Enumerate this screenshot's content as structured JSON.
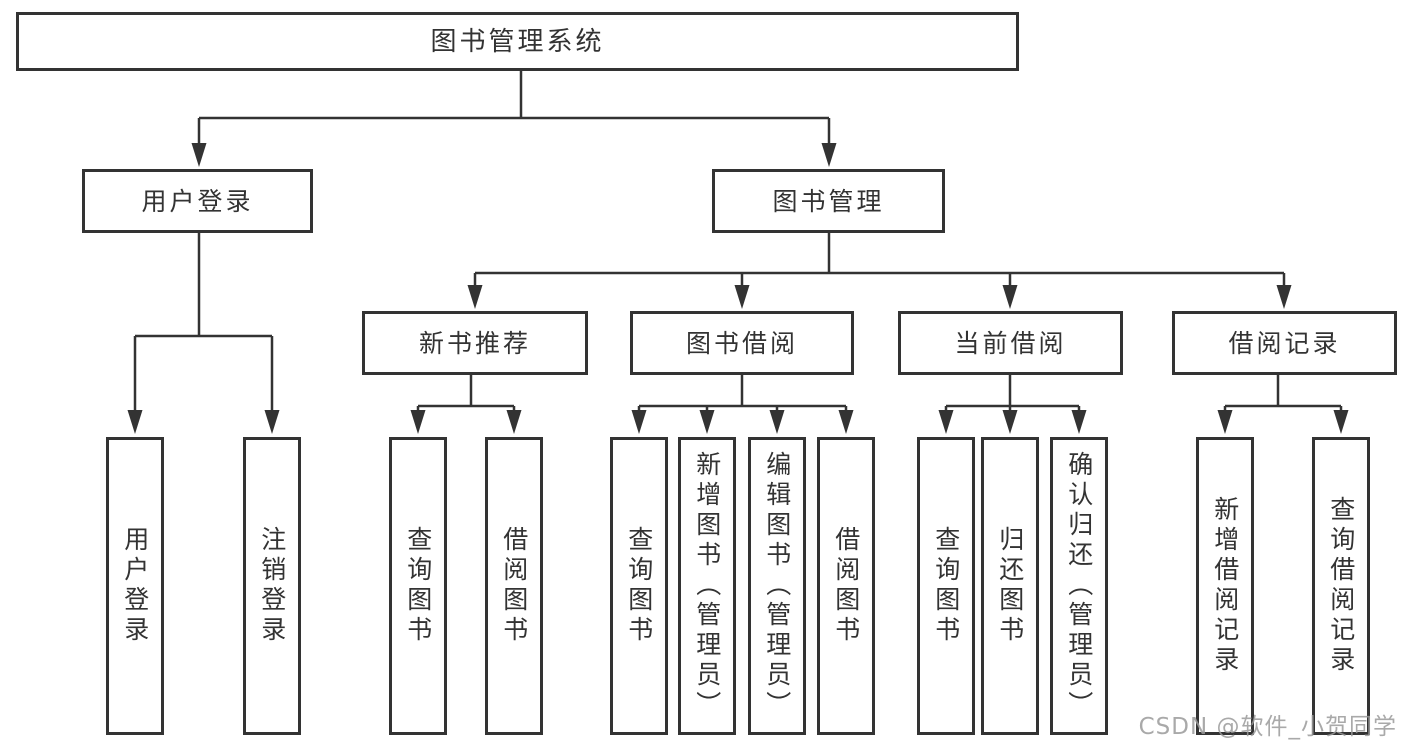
{
  "colors": {
    "line": "#333333",
    "box_border": "#333333",
    "box_background": "#ffffff",
    "text": "#333333",
    "watermark": "#9b9b9b"
  },
  "watermark": {
    "text": "CSDN @软件_小贺同学"
  },
  "diagram": {
    "root": {
      "label": "图书管理系统"
    },
    "branches": [
      {
        "label": "用户登录",
        "leaves": [
          {
            "label": "用户登录"
          },
          {
            "label": "注销登录"
          }
        ]
      },
      {
        "label": "图书管理",
        "groups": [
          {
            "label": "新书推荐",
            "leaves": [
              {
                "label": "查询图书"
              },
              {
                "label": "借阅图书"
              }
            ]
          },
          {
            "label": "图书借阅",
            "leaves": [
              {
                "label": "查询图书"
              },
              {
                "label": "新增图书（管理员）"
              },
              {
                "label": "编辑图书（管理员）"
              },
              {
                "label": "借阅图书"
              }
            ]
          },
          {
            "label": "当前借阅",
            "leaves": [
              {
                "label": "查询图书"
              },
              {
                "label": "归还图书"
              },
              {
                "label": "确认归还（管理员）"
              }
            ]
          },
          {
            "label": "借阅记录",
            "leaves": [
              {
                "label": "新增借阅记录"
              },
              {
                "label": "查询借阅记录"
              }
            ]
          }
        ]
      }
    ]
  }
}
